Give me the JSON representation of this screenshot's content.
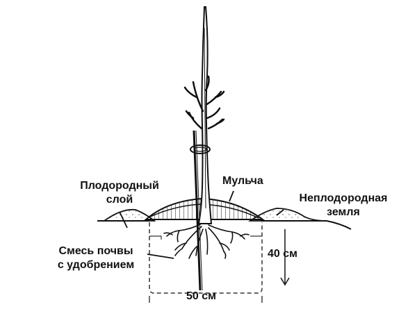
{
  "labels": {
    "fertile_layer": [
      "Плодородный",
      "слой"
    ],
    "mulch": "Мульча",
    "infertile_soil": [
      "Неплодородная",
      "земля"
    ],
    "soil_mix": [
      "Смесь почвы",
      "с удобрением"
    ],
    "depth": "40 см",
    "width": "50 см"
  },
  "colors": {
    "ink": "#111111",
    "paper": "#ffffff"
  },
  "icons": [
    "tree-seedling",
    "support-stake",
    "tie-loop",
    "roots",
    "mulch-mound",
    "soil-heap"
  ]
}
